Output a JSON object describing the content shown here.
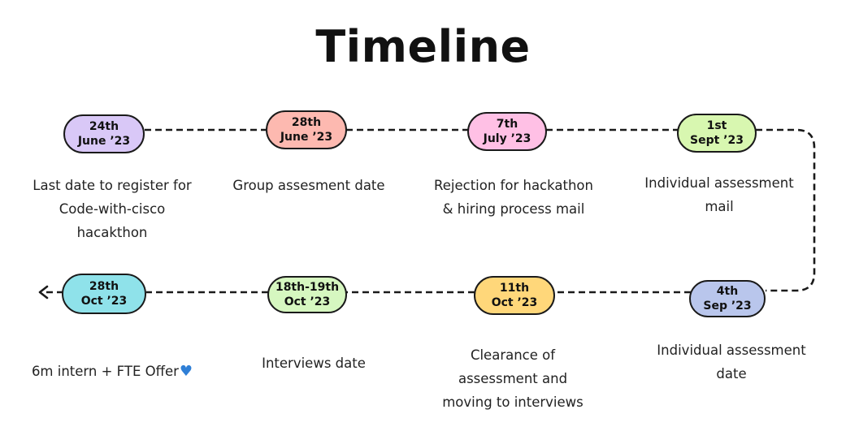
{
  "title": "Timeline",
  "milestones": [
    {
      "date_line1": "24th",
      "date_line2": "June ’23",
      "color": "#d9c8f7",
      "description": [
        "Last date to register for",
        "Code-with-cisco",
        "hacakthon"
      ]
    },
    {
      "date_line1": "28th",
      "date_line2": "June ’23",
      "color": "#fdb9b0",
      "description": [
        "Group assesment date"
      ]
    },
    {
      "date_line1": "7th",
      "date_line2": "July ’23",
      "color": "#ffc0e5",
      "description": [
        "Rejection for hackathon",
        "& hiring process mail"
      ]
    },
    {
      "date_line1": "1st",
      "date_line2": "Sept ’23",
      "color": "#d8f7b0",
      "description": [
        "Individual assessment",
        "mail"
      ]
    },
    {
      "date_line1": "4th",
      "date_line2": "Sep ’23",
      "color": "#b9c6ec",
      "description": [
        "Individual assessment",
        "date"
      ]
    },
    {
      "date_line1": "11th",
      "date_line2": "Oct ’23",
      "color": "#ffd77a",
      "description": [
        "Clearance of",
        "assessment and",
        "moving to interviews"
      ]
    },
    {
      "date_line1": "18th-19th",
      "date_line2": "Oct ’23",
      "color": "#d6f7c0",
      "description": [
        "Interviews date"
      ]
    },
    {
      "date_line1": "28th",
      "date_line2": "Oct ’23",
      "color": "#8fe2ea",
      "description": [
        "6m intern + FTE Offer"
      ],
      "trailing_icon": "blue-heart-icon"
    }
  ]
}
